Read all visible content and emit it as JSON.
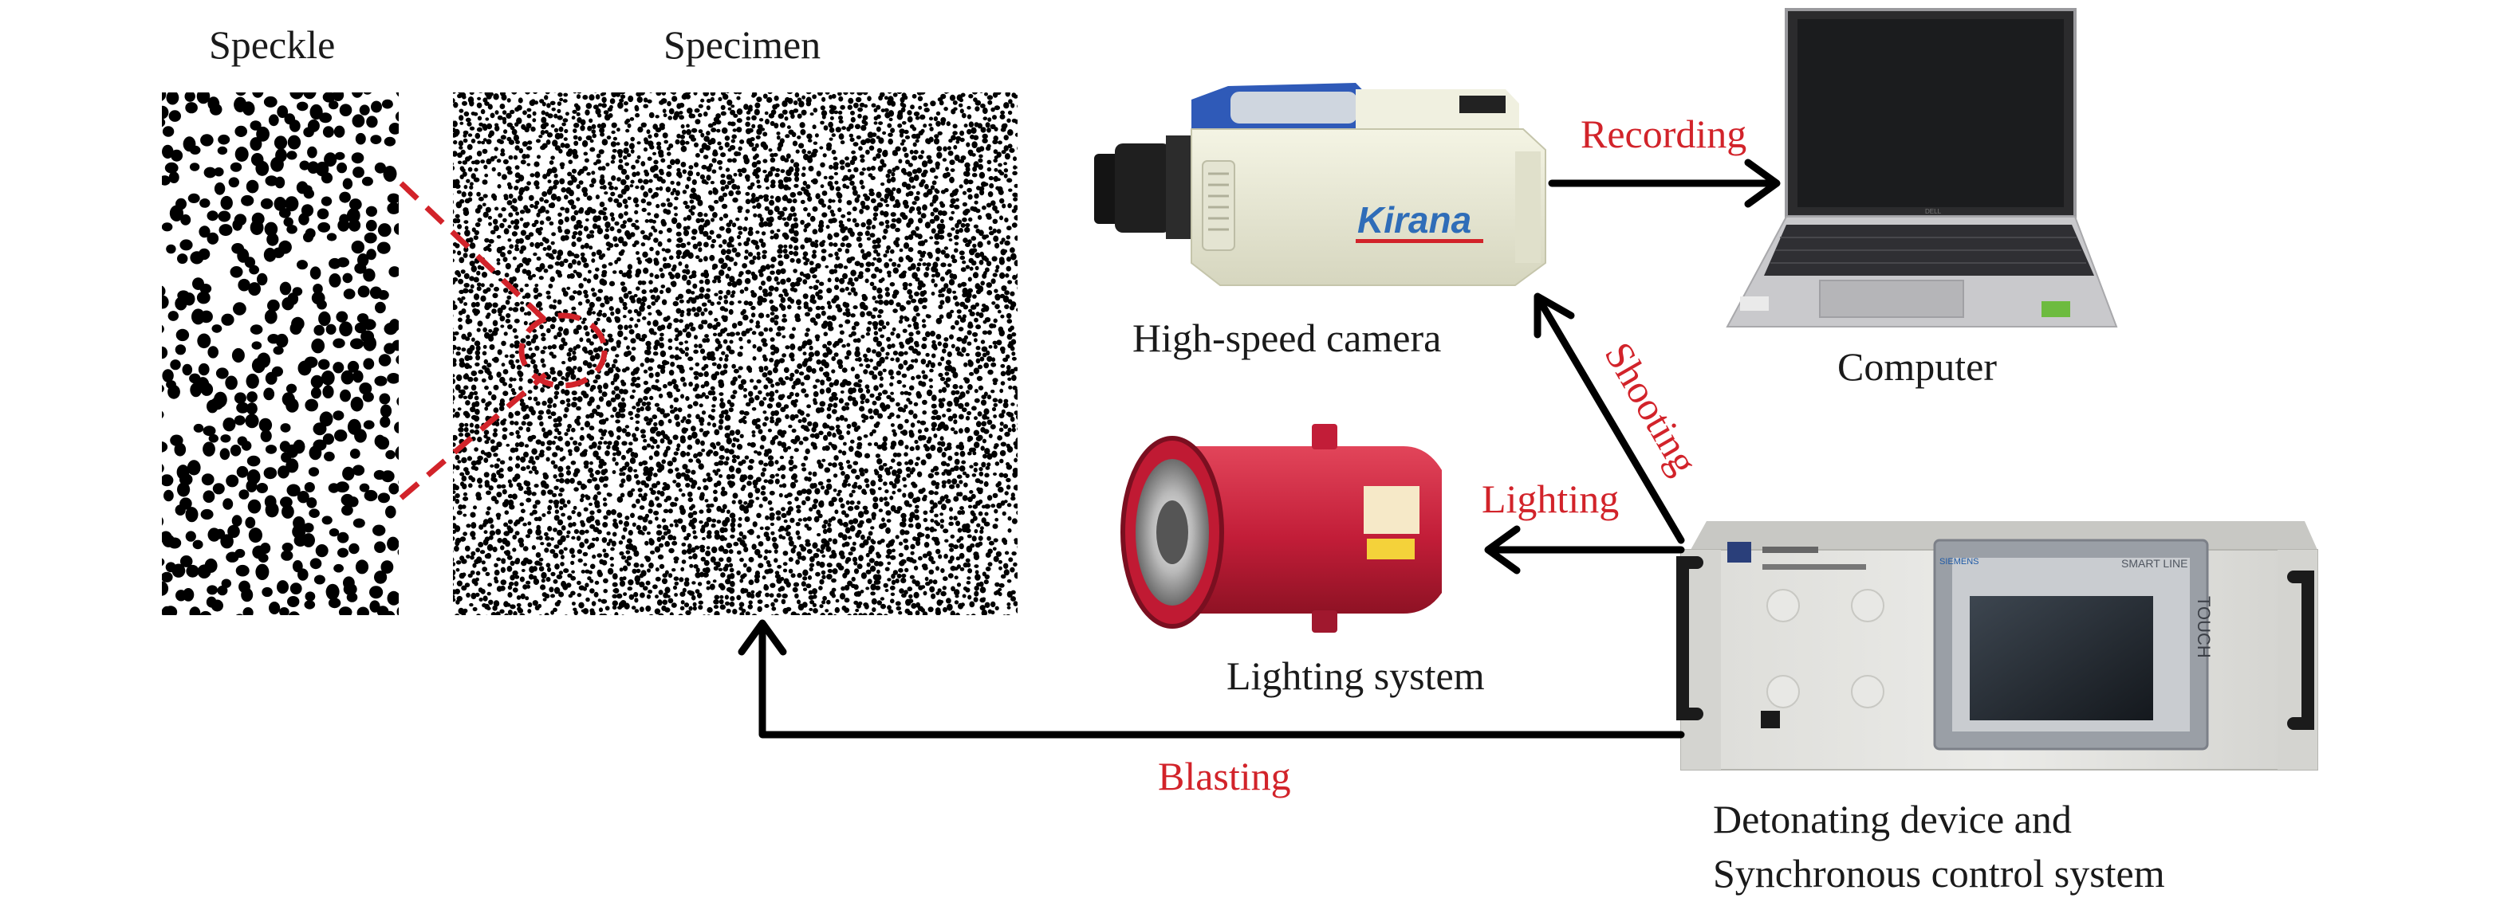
{
  "labels": {
    "speckle": "Speckle",
    "specimen": "Specimen",
    "camera": "High-speed camera",
    "computer": "Computer",
    "lighting_system": "Lighting system",
    "control_line1": "Detonating device and",
    "control_line2": "Synchronous control system"
  },
  "arrows": {
    "recording": "Recording",
    "shooting": "Shooting",
    "lighting": "Lighting",
    "blasting": "Blasting"
  },
  "device_text": {
    "camera_brand": "Kirana",
    "panel_brand": "SIEMENS",
    "panel_model": "SMART LINE",
    "panel_touch": "TOUCH"
  },
  "colors": {
    "arrow": "#000000",
    "arrow_label": "#d2232a",
    "zoom_marker": "#d2232a"
  }
}
